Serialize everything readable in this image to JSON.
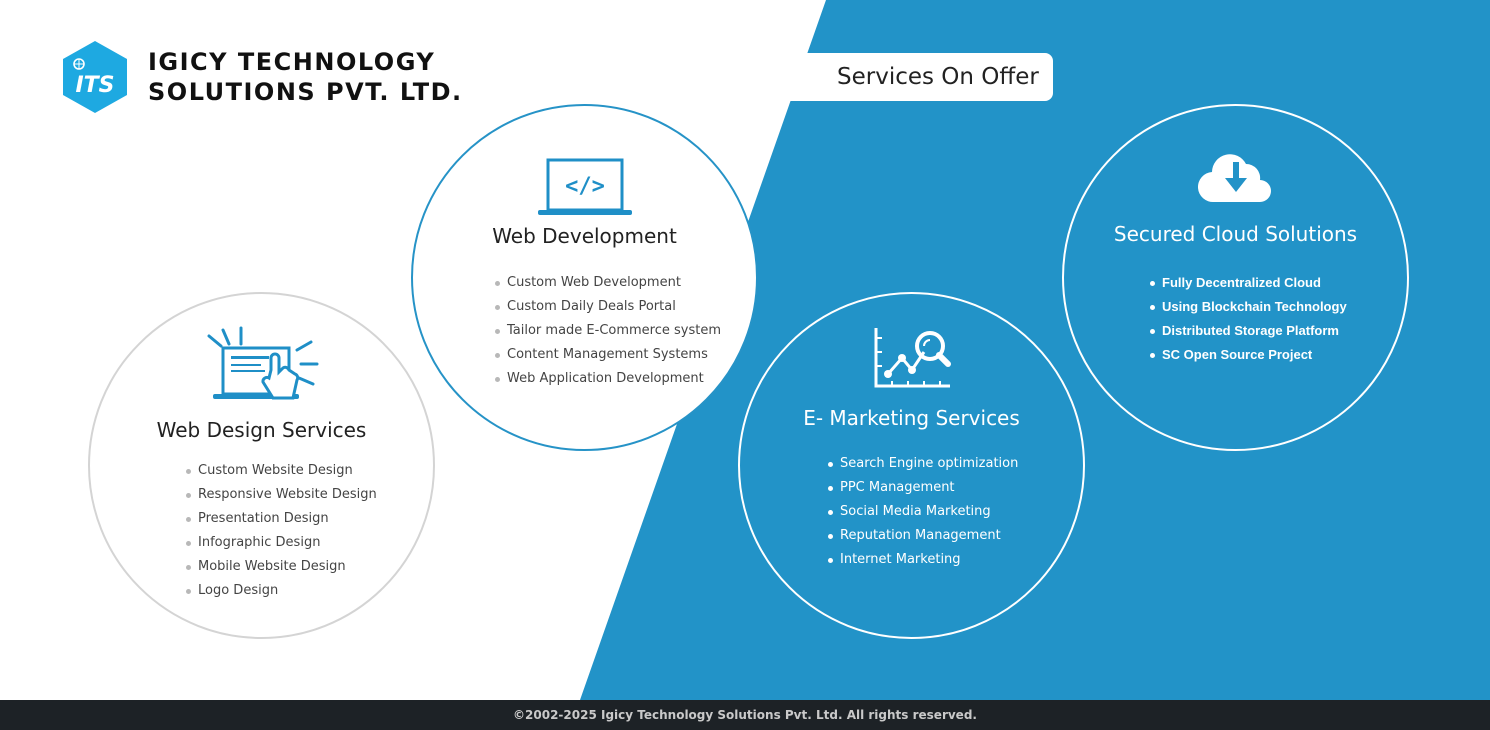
{
  "brand": {
    "name_line1": "IGICY TECHNOLOGY",
    "name_line2": "SOLUTIONS PVT. LTD.",
    "logo_text": "ITS",
    "logo_icon": "globe-hexagon-logo",
    "accent_color": "#2293c8",
    "logo_color": "#1ea9e1"
  },
  "badge": {
    "label": "Services On Offer"
  },
  "services": {
    "web_design": {
      "title": "Web Design Services",
      "icon": "web-design-hand-click-icon",
      "items": [
        "Custom Website Design",
        "Responsive Website Design",
        "Presentation Design",
        "Infographic Design",
        "Mobile Website Design",
        "Logo Design"
      ]
    },
    "web_development": {
      "title": "Web Development",
      "icon": "laptop-code-icon",
      "code_glyph": "</>",
      "items": [
        "Custom Web Development",
        "Custom Daily Deals Portal",
        "Tailor made E-Commerce system",
        "Content Management Systems",
        "Web Application Development"
      ]
    },
    "e_marketing": {
      "title": "E- Marketing Services",
      "icon": "chart-magnifier-icon",
      "items": [
        "Search Engine optimization",
        "PPC Management",
        "Social Media Marketing",
        "Reputation Management",
        "Internet Marketing"
      ]
    },
    "cloud": {
      "title": "Secured Cloud Solutions",
      "icon": "cloud-download-icon",
      "items": [
        "Fully Decentralized Cloud",
        "Using Blockchain Technology",
        "Distributed Storage Platform",
        "SC Open Source Project"
      ]
    }
  },
  "footer": {
    "copyright": "©2002-2025 Igicy Technology Solutions Pvt. Ltd.   All rights reserved."
  }
}
